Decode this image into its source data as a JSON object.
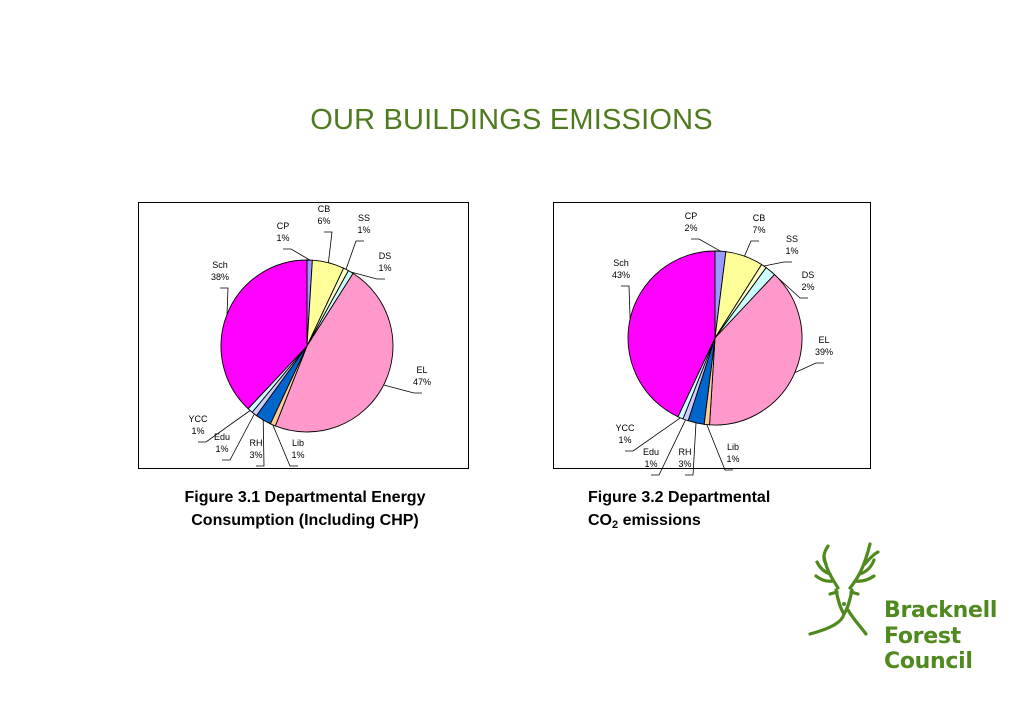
{
  "page": {
    "title": "OUR BUILDINGS EMISSIONS"
  },
  "captions": {
    "figure1_line1": "Figure 3.1 Departmental Energy",
    "figure1_line2": "Consumption (Including CHP)",
    "figure2_line1": "Figure 3.2 Departmental",
    "figure2_line2_prefix": "CO",
    "figure2_line2_sub": "2",
    "figure2_line2_suffix": " emissions"
  },
  "logo": {
    "line1": "Bracknell",
    "line2": "Forest",
    "line3": "Council",
    "color": "#4f8a1e"
  },
  "colors": {
    "title": "#4f7a1f",
    "CP": "#9999ff",
    "CB": "#ffff99",
    "SS": "#ffffcc",
    "DS": "#ccffff",
    "EL": "#ff99cc",
    "Lib": "#ffcc99",
    "RH": "#0066cc",
    "Edu": "#ccccff",
    "YCC": "#ccffff",
    "Sch": "#ff00ff"
  },
  "chart_data": [
    {
      "type": "pie",
      "title": "",
      "slices": [
        {
          "label": "CP",
          "pct_label": "1%",
          "value": 1
        },
        {
          "label": "CB",
          "pct_label": "6%",
          "value": 6
        },
        {
          "label": "SS",
          "pct_label": "1%",
          "value": 1
        },
        {
          "label": "DS",
          "pct_label": "1%",
          "value": 1
        },
        {
          "label": "EL",
          "pct_label": "47%",
          "value": 47
        },
        {
          "label": "Lib",
          "pct_label": "1%",
          "value": 1
        },
        {
          "label": "RH",
          "pct_label": "3%",
          "value": 3
        },
        {
          "label": "Edu",
          "pct_label": "1%",
          "value": 1
        },
        {
          "label": "YCC",
          "pct_label": "1%",
          "value": 1
        },
        {
          "label": "Sch",
          "pct_label": "38%",
          "value": 38
        }
      ]
    },
    {
      "type": "pie",
      "title": "",
      "slices": [
        {
          "label": "CP",
          "pct_label": "2%",
          "value": 2
        },
        {
          "label": "CB",
          "pct_label": "7%",
          "value": 7
        },
        {
          "label": "SS",
          "pct_label": "1%",
          "value": 1
        },
        {
          "label": "DS",
          "pct_label": "2%",
          "value": 2
        },
        {
          "label": "EL",
          "pct_label": "39%",
          "value": 39
        },
        {
          "label": "Lib",
          "pct_label": "1%",
          "value": 1
        },
        {
          "label": "RH",
          "pct_label": "3%",
          "value": 3
        },
        {
          "label": "Edu",
          "pct_label": "1%",
          "value": 1
        },
        {
          "label": "YCC",
          "pct_label": "1%",
          "value": 1
        },
        {
          "label": "Sch",
          "pct_label": "43%",
          "value": 43
        }
      ]
    }
  ]
}
